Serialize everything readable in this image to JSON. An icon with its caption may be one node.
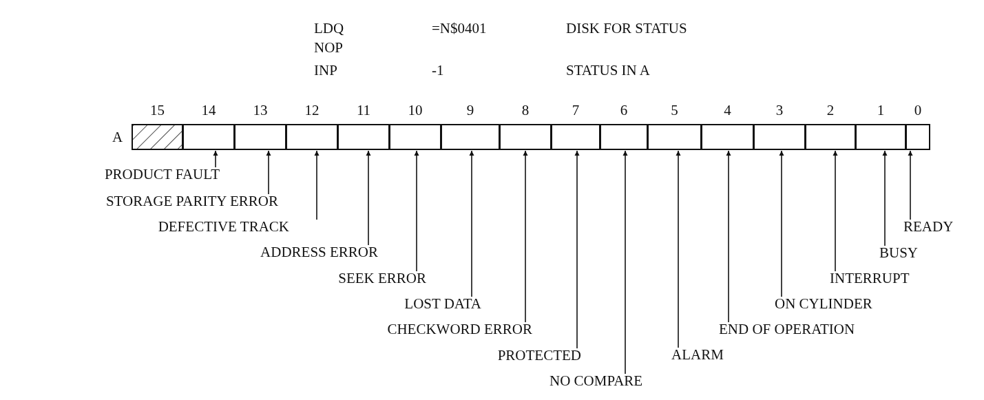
{
  "diagram": {
    "nodes": [
      {
        "text": [
          "15"
        ]
      },
      {
        "text": [
          "14"
        ]
      },
      {
        "text": [
          "13"
        ]
      },
      {
        "text": [
          "12"
        ]
      },
      {
        "text": [
          "11"
        ]
      },
      {
        "text": [
          "10"
        ]
      },
      {
        "text": [
          "9"
        ]
      },
      {
        "text": [
          "8"
        ]
      },
      {
        "text": [
          "7"
        ]
      },
      {
        "text": [
          "6"
        ]
      },
      {
        "text": [
          "5"
        ]
      },
      {
        "text": [
          "4"
        ]
      },
      {
        "text": [
          "3"
        ]
      },
      {
        "text": [
          "2"
        ]
      },
      {
        "text": [
          "1"
        ]
      },
      {
        "text": [
          "0"
        ]
      },
      {
        "text": [
          "PRODUCT FAULT"
        ]
      },
      {
        "text": [
          "STORAGE PARITY ERROR"
        ]
      },
      {
        "text": [
          "DEFECTIVE TRACK"
        ]
      },
      {
        "text": [
          "ADDRESS ERROR"
        ]
      },
      {
        "text": [
          "SEEK ERROR"
        ]
      },
      {
        "text": [
          "LOST DATA"
        ]
      },
      {
        "text": [
          "CHECKWORD ERROR"
        ]
      },
      {
        "text": [
          "PROTECTED"
        ]
      },
      {
        "text": [
          "NO COMPARE"
        ]
      },
      {
        "text": [
          "ALARM"
        ]
      },
      {
        "text": [
          "END OF OPERATION"
        ]
      },
      {
        "text": [
          "ON CYLINDER"
        ]
      },
      {
        "text": [
          "INTERRUPT"
        ]
      },
      {
        "text": [
          "BUSY"
        ]
      },
      {
        "text": [
          "READY"
        ]
      }
    ],
    "edges": [
      {
        "from": 16,
        "to": 1,
        "arrow": "to"
      },
      {
        "from": 17,
        "to": 2,
        "arrow": "to"
      },
      {
        "from": 18,
        "to": 3,
        "arrow": "to"
      },
      {
        "from": 19,
        "to": 4,
        "arrow": "to"
      },
      {
        "from": 20,
        "to": 5,
        "arrow": "to"
      },
      {
        "from": 21,
        "to": 6,
        "arrow": "to"
      },
      {
        "from": 22,
        "to": 7,
        "arrow": "to"
      },
      {
        "from": 23,
        "to": 8,
        "arrow": "to"
      },
      {
        "from": 24,
        "to": 9,
        "arrow": "to"
      },
      {
        "from": 25,
        "to": 10,
        "arrow": "to"
      },
      {
        "from": 26,
        "to": 11,
        "arrow": "to"
      },
      {
        "from": 27,
        "to": 12,
        "arrow": "to"
      },
      {
        "from": 28,
        "to": 13,
        "arrow": "to"
      },
      {
        "from": 29,
        "to": 14,
        "arrow": "to"
      },
      {
        "from": 30,
        "to": 15,
        "arrow": "to"
      }
    ],
    "labels": [
      "LDQ",
      "=N$0401",
      "DISK FOR STATUS",
      "NOP",
      "INP",
      "-1",
      "STATUS IN A",
      "A"
    ]
  }
}
